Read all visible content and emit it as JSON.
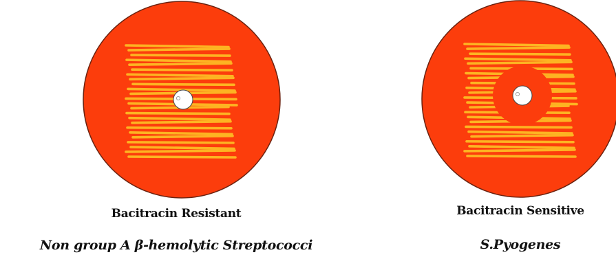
{
  "colors": {
    "plate_fill": "#fc3d0c",
    "plate_border": "#6a2210",
    "streak": "#fdb422",
    "disc": "#ffffff",
    "inhibition_zone": "#fc3d0c"
  },
  "plates": [
    {
      "result_label": "Bacitracin Resistant",
      "organism_label": "Non group A β-hemolytic Streptococci",
      "zone_of_inhibition": false
    },
    {
      "result_label": "Bacitracin Sensitive",
      "organism_label": "S.Pyogenes",
      "zone_of_inhibition": true
    }
  ]
}
